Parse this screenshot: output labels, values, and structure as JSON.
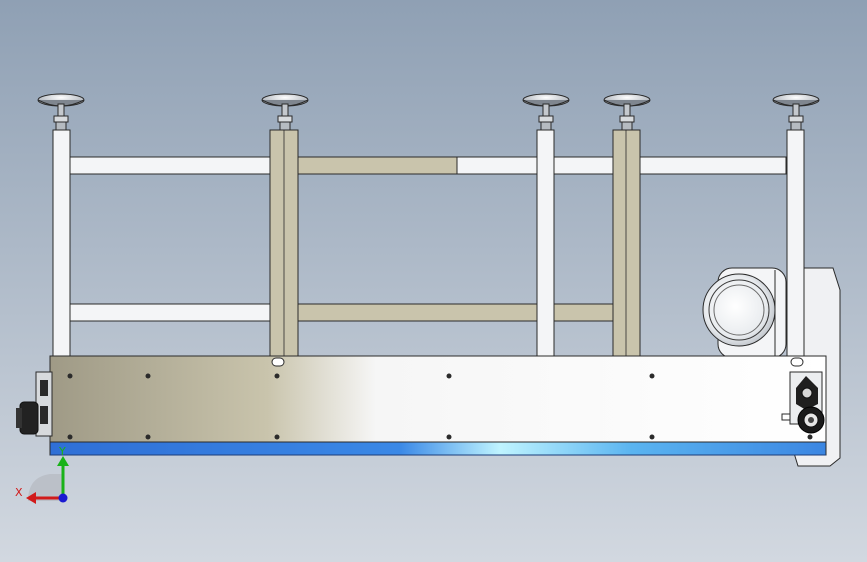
{
  "scene": {
    "view": "front",
    "background_top": "#8fa0b4",
    "background_bottom": "#d2d8e0",
    "frame_color": "#f4f5f7",
    "frame_shaded_color": "#c9c4ac",
    "frame_outline": "#2a2a2a",
    "belt_color": "#2f6fd6",
    "belt_highlight": "#bff4ff"
  },
  "triad": {
    "x_label": "X",
    "y_label": "Y",
    "x_color": "#d11a1a",
    "y_color": "#19b219",
    "z_color": "#1a1ad1"
  }
}
